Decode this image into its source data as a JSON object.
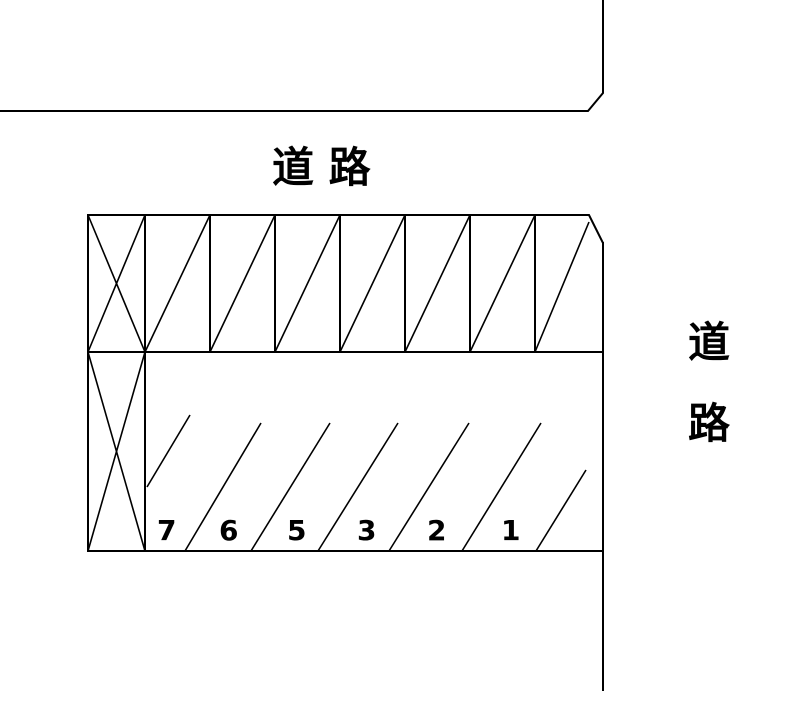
{
  "roads": {
    "top_label": "道 路",
    "right_label_line1": "道",
    "right_label_line2": "路"
  },
  "parking_slots": [
    "7",
    "6",
    "5",
    "3",
    "2",
    "1"
  ],
  "colors": {
    "line": "#000000",
    "background": "#ffffff"
  }
}
